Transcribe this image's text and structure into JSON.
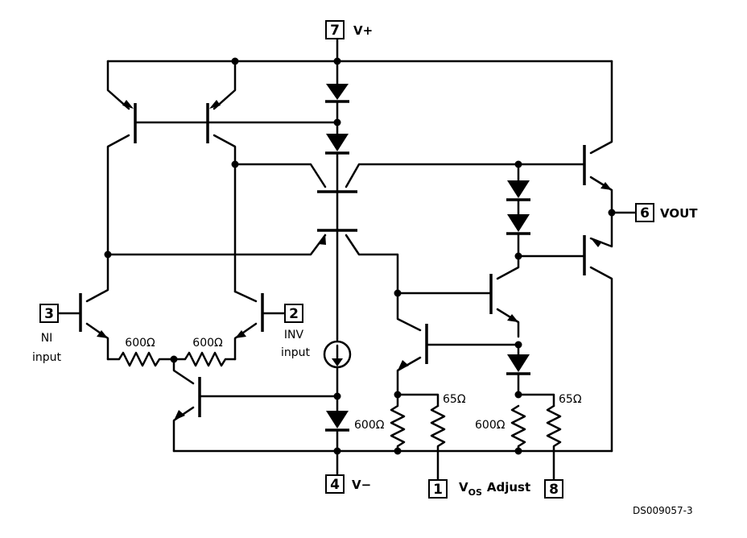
{
  "pins": {
    "p7": {
      "number": "7",
      "label": "V+"
    },
    "p6": {
      "number": "6",
      "label": "VOUT"
    },
    "p3": {
      "number": "3",
      "label_line1": "NI",
      "label_line2": "input"
    },
    "p2": {
      "number": "2",
      "label_line1": "INV",
      "label_line2": "input"
    },
    "p4": {
      "number": "4",
      "label": "V−"
    },
    "p1": {
      "number": "1"
    },
    "p8": {
      "number": "8"
    }
  },
  "vos_label": "V",
  "vos_sub": "OS",
  "adjust_label": "Adjust",
  "resistors": {
    "r_input_left": "600Ω",
    "r_input_right": "600Ω",
    "r_left_bottom": "600Ω",
    "r_left_65": "65Ω",
    "r_right_bottom": "600Ω",
    "r_right_65": "65Ω"
  },
  "footer_code": "DS009057-3"
}
